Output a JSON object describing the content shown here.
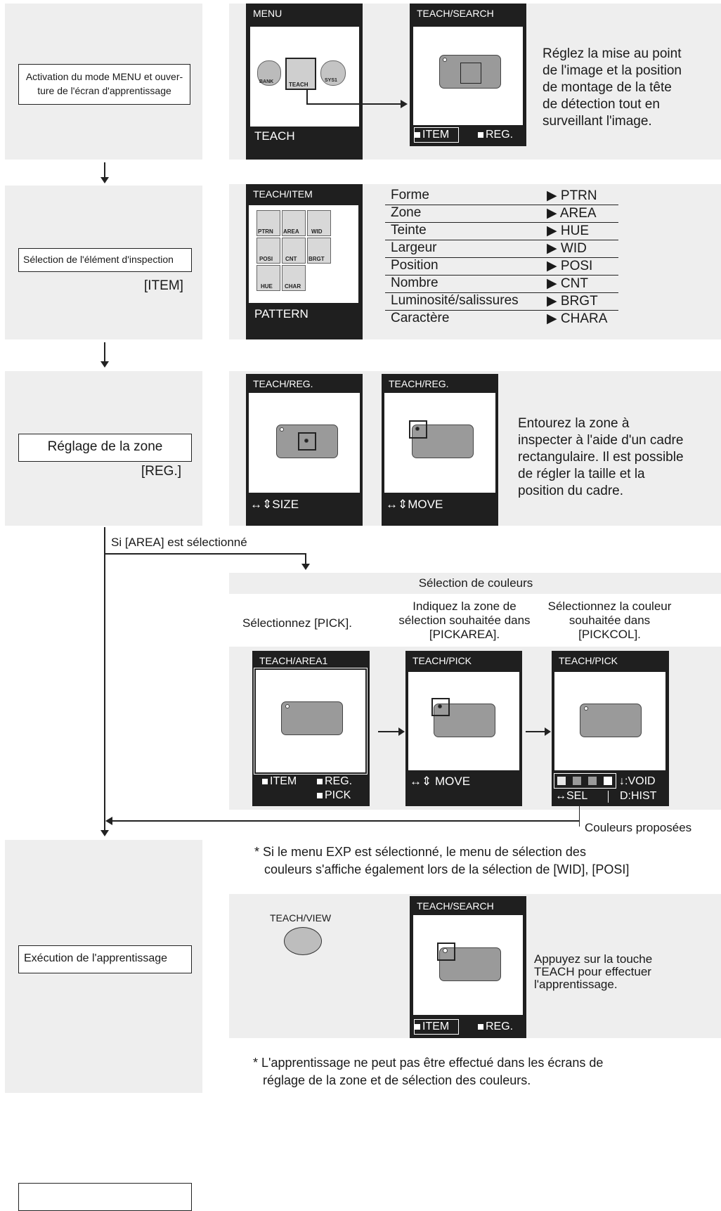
{
  "steps": {
    "s1": "Activation du mode MENU et ouver-ture de l'écran d'apprentissage",
    "s2_label": "Sélection de l'élément d'inspection",
    "s2_tag": "[ITEM]",
    "s3_label": "Réglage de la zone",
    "s3_tag": "[REG.]",
    "s4": "Exécution de l'apprentissage"
  },
  "menu_screen": {
    "title": "MENU",
    "footer": "TEACH",
    "icons": [
      "BANK",
      "TEACH",
      "SYS1"
    ]
  },
  "search_screen": {
    "title": "TEACH/SEARCH",
    "item": "ITEM",
    "reg": "REG."
  },
  "search_desc": "Réglez la mise au point de l'image et la position de montage de la tête de détection tout en surveillant l'image.",
  "item_screen": {
    "title": "TEACH/ITEM",
    "footer": "PATTERN",
    "icons": [
      "PTRN",
      "AREA",
      "WID",
      "POSI",
      "CNT",
      "BRGT",
      "HUE",
      "CHAR"
    ]
  },
  "item_table": [
    {
      "fr": "Forme",
      "code": "PTRN"
    },
    {
      "fr": "Zone",
      "code": "AREA"
    },
    {
      "fr": "Teinte",
      "code": "HUE"
    },
    {
      "fr": "Largeur",
      "code": "WID"
    },
    {
      "fr": "Position",
      "code": "POSI"
    },
    {
      "fr": "Nombre",
      "code": "CNT"
    },
    {
      "fr": "Luminosité/salissures",
      "code": "BRGT"
    },
    {
      "fr": "Caractère",
      "code": "CHARA"
    }
  ],
  "reg_screens": [
    {
      "title": "TEACH/REG.",
      "footer": "↔⇕SIZE"
    },
    {
      "title": "TEACH/REG.",
      "footer": "↔⇕MOVE"
    }
  ],
  "reg_desc": "Entourez la zone à inspecter à l'aide d'un cadre rectangulaire. Il est possible de régler la taille et la position du cadre.",
  "area_branch": "Si [AREA] est sélectionné",
  "color_section": {
    "header": "Sélection de couleurs",
    "cap1": "Sélectionnez [PICK].",
    "cap2": "Indiquez la zone de sélection souhaitée dans [PICKAREA].",
    "cap3": "Sélectionnez la couleur souhaitée dans [PICKCOL]."
  },
  "area_screens": {
    "a1": {
      "title": "TEACH/AREA1",
      "item": "ITEM",
      "reg": "REG.",
      "pick": "PICK"
    },
    "a2": {
      "title": "TEACH/PICK",
      "footer": "↔⇕ MOVE"
    },
    "a3": {
      "title": "TEACH/PICK",
      "void": "↓:VOID",
      "sel": "↔SEL",
      "hist": "D:HIST"
    }
  },
  "proposed_colors": "Couleurs proposées",
  "note1_line1": "* Si le menu EXP est sélectionné, le menu de sélection des",
  "note1_line2": "couleurs s'affiche également lors de la sélection de [WID], [POSI]",
  "view_label": "TEACH/VIEW",
  "teach_desc": "Appuyez sur la touche TEACH pour effectuer l'apprentissage.",
  "note2_line1": "* L'apprentissage ne peut pas être effectué dans les écrans de",
  "note2_line2": "réglage de la zone et de sélection des couleurs."
}
